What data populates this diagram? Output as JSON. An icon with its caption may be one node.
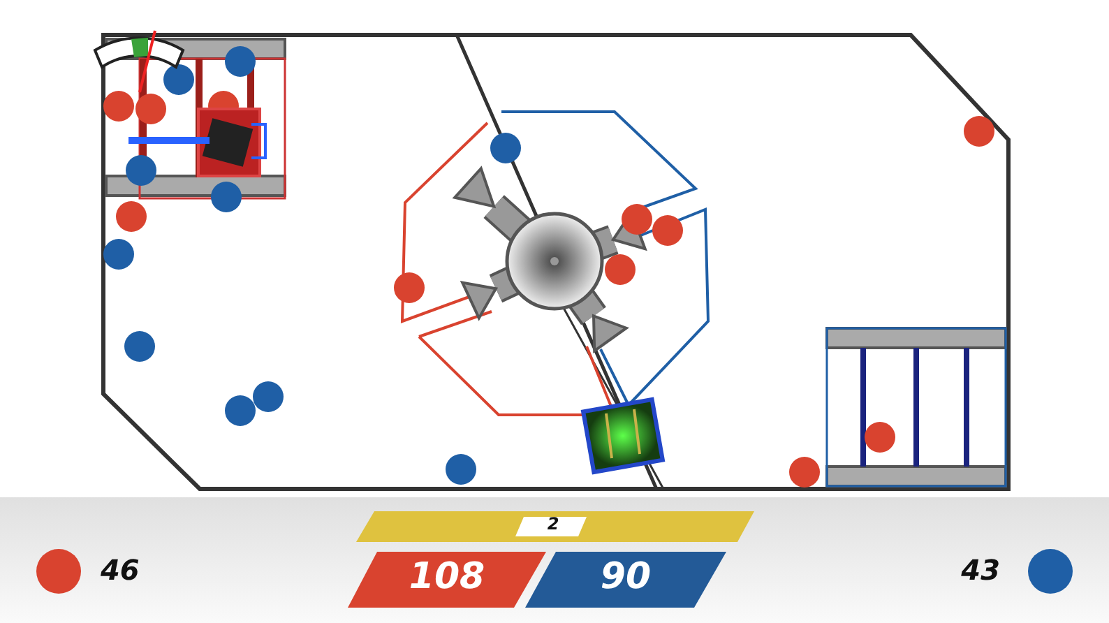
{
  "diagram": {
    "labels": [
      "2",
      "108",
      "90"
    ],
    "legend": [
      {
        "text": "46",
        "color": "#d9432f"
      },
      {
        "text": "43",
        "color": "#1f5fa6"
      }
    ]
  }
}
